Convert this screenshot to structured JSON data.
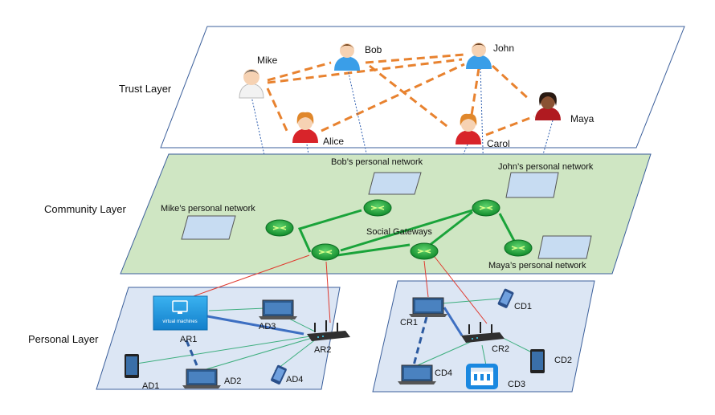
{
  "layers": {
    "trust": "Trust Layer",
    "community": "Community Layer",
    "personal": "Personal Layer"
  },
  "people": {
    "mike": "Mike",
    "bob": "Bob",
    "john": "John",
    "alice": "Alice",
    "carol": "Carol",
    "maya": "Maya"
  },
  "networks": {
    "bob": "Bob’s personal network",
    "john": "John’s personal network",
    "mike": "Mike’s personal network",
    "maya": "Maya’s personal network"
  },
  "social_gateways": "Social Gateways",
  "vm_label": "virtual machines",
  "devices": {
    "ar1": "AR1",
    "ar2": "AR2",
    "ad1": "AD1",
    "ad2": "AD2",
    "ad3": "AD3",
    "ad4": "AD4",
    "cr1": "CR1",
    "cr2": "CR2",
    "cd1": "CD1",
    "cd2": "CD2",
    "cd3": "CD3",
    "cd4": "CD4"
  },
  "colors": {
    "trust_edge": "#e8822f",
    "gateway": "#1aa33a",
    "gateway_link": "#1aa33a",
    "community_fill": "#cfe6c3",
    "personal_fill": "#dce6f4",
    "network_box": "#c7dcf2",
    "red_link": "#e03a2f",
    "blue_dash": "#2c5aa0",
    "device_link": "#3dae7e",
    "ap_link": "#3d6fc2",
    "vm_box": "#1e9be0"
  }
}
